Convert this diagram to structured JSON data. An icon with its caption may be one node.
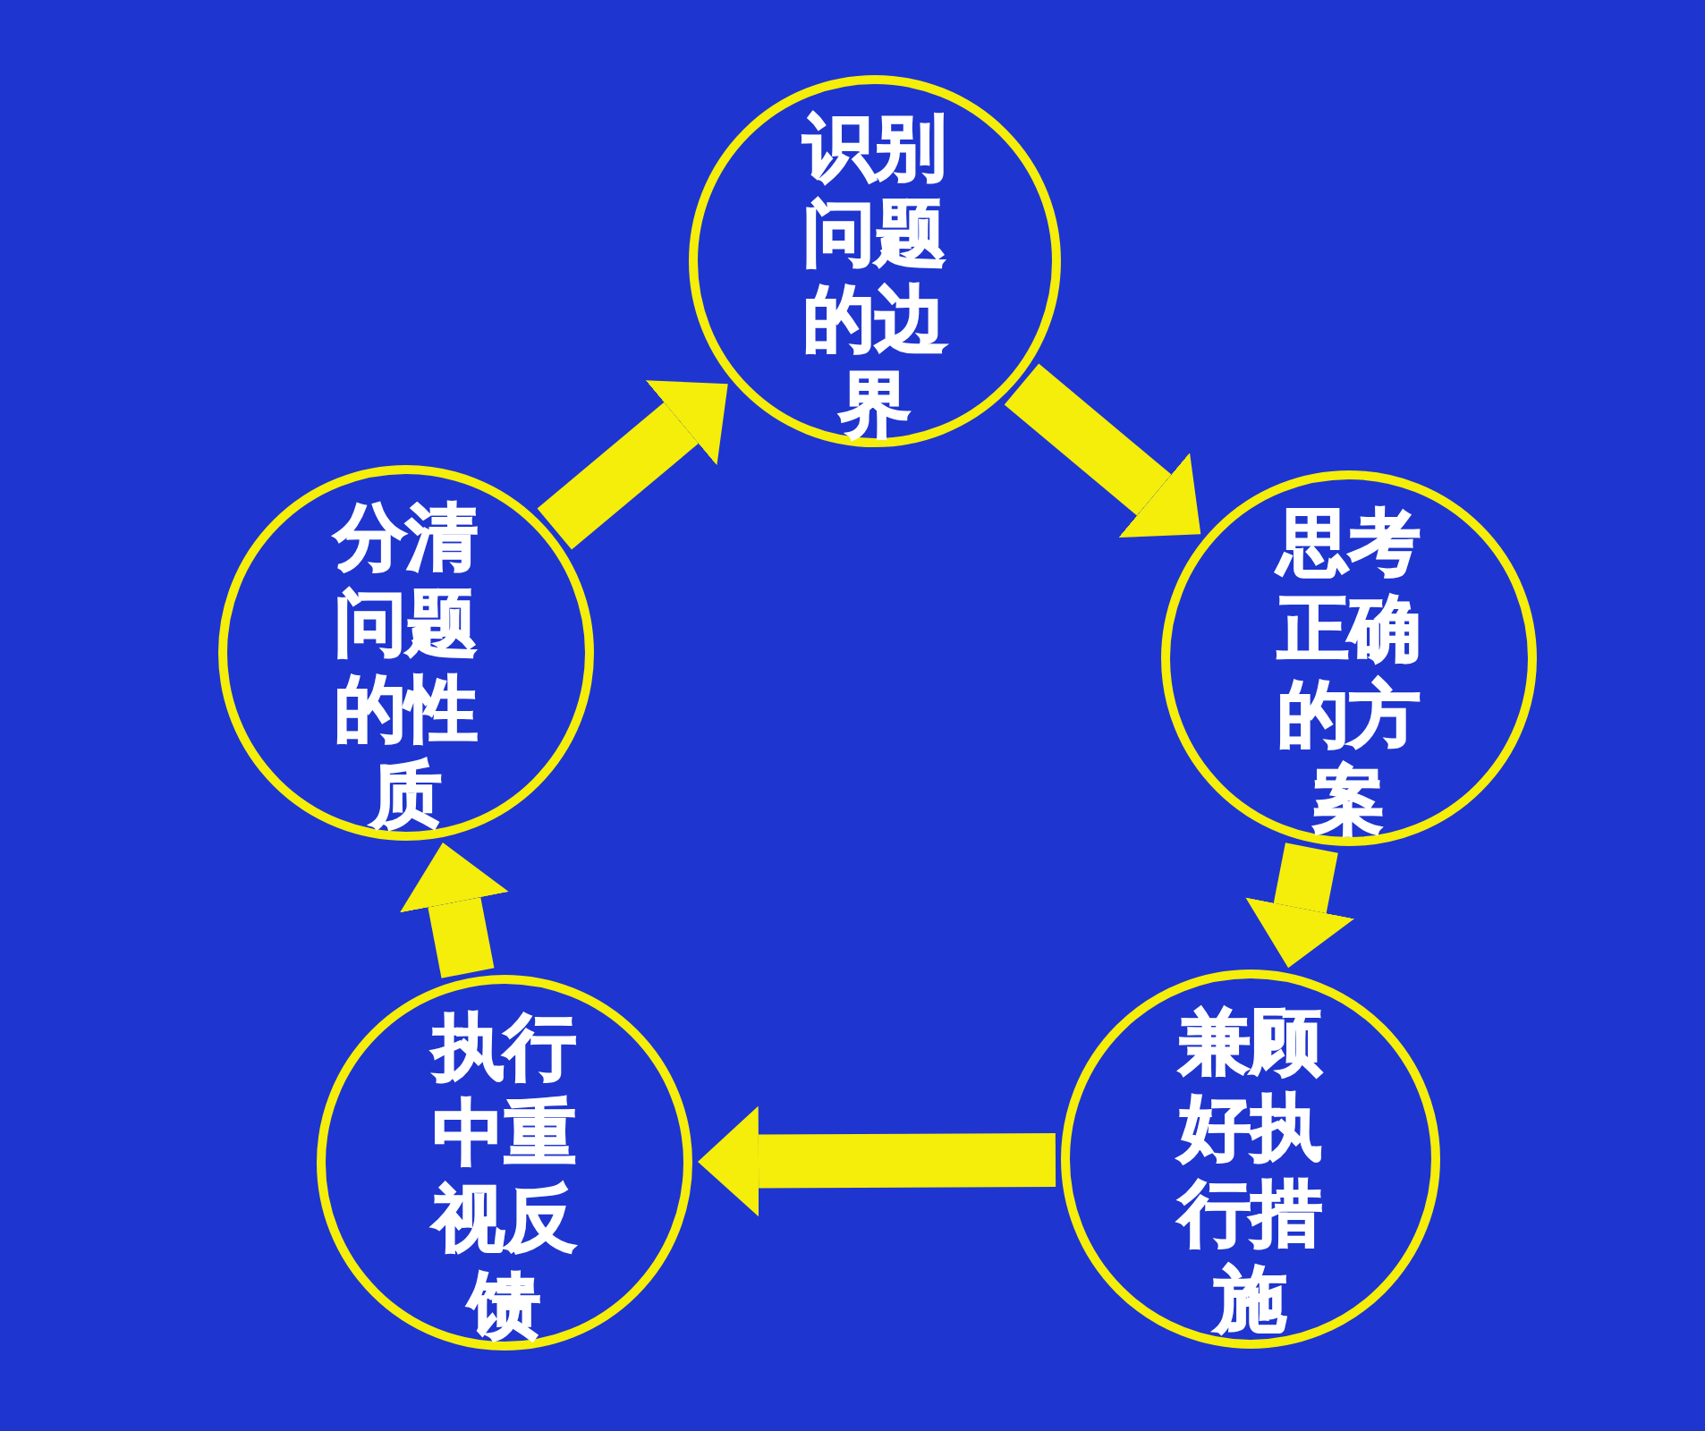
{
  "diagram": {
    "nodes": [
      {
        "text": [
          "识别问题的边界"
        ]
      },
      {
        "text": [
          "思考正确的方案"
        ]
      },
      {
        "text": [
          "兼顾好执行措施"
        ]
      },
      {
        "text": [
          "执行中重视反馈"
        ]
      },
      {
        "text": [
          "分清问题的性质"
        ]
      }
    ],
    "edges": [
      {
        "from": 0,
        "to": 1,
        "arrow": "to"
      },
      {
        "from": 1,
        "to": 2,
        "arrow": "to"
      },
      {
        "from": 2,
        "to": 3,
        "arrow": "to"
      },
      {
        "from": 3,
        "to": 4,
        "arrow": "to"
      },
      {
        "from": 4,
        "to": 0,
        "arrow": "to"
      }
    ]
  }
}
